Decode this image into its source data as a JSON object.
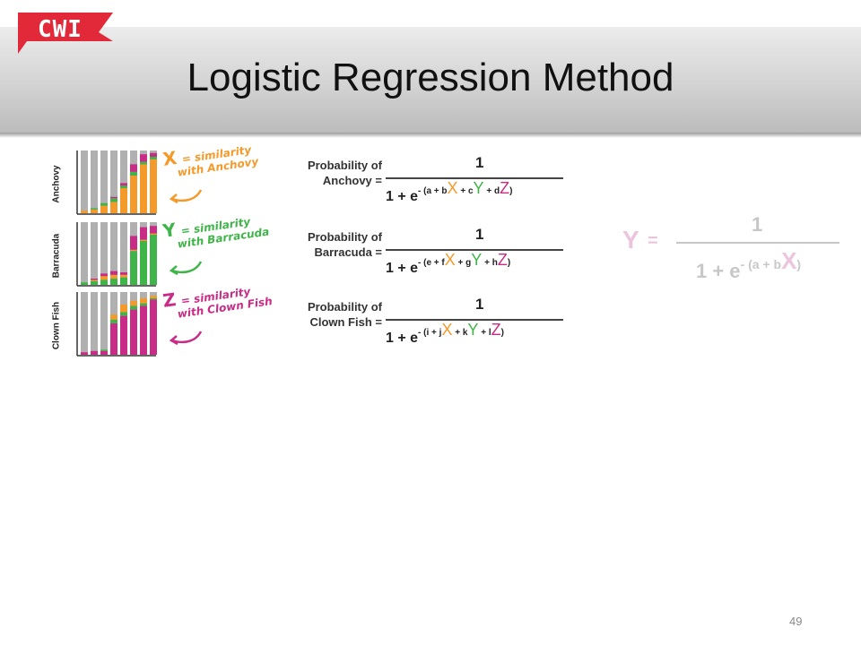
{
  "logo": {
    "text": "CWI",
    "color": "#e2293a"
  },
  "title": "Logistic Regression Method",
  "page_number": "49",
  "colors": {
    "x": "#f39a2b",
    "y": "#3fb549",
    "z": "#c82c87",
    "gray": "#b0b0b0"
  },
  "rows": [
    {
      "label": "Anchovy",
      "sim_var": "X",
      "sim_line1": "= similarity",
      "sim_line2": "with Anchovy",
      "prob_line1": "Probability of",
      "prob_line2": "Anchovy =",
      "numerator": "1",
      "den_base": "1 + e",
      "den_exp": "- (a + b",
      "den_v1": "X",
      "den_mid1": " + c",
      "den_v2": "Y",
      "den_mid2": " + d",
      "den_v3": "Z",
      "den_close": ")",
      "bars": [
        {
          "base": 0.02,
          "main": 0.04,
          "other1": 0.0,
          "other2": 0.0
        },
        {
          "base": 0.02,
          "main": 0.06,
          "other1": 0.02,
          "other2": 0.0
        },
        {
          "base": 0.02,
          "main": 0.12,
          "other1": 0.04,
          "other2": 0.0
        },
        {
          "base": 0.02,
          "main": 0.18,
          "other1": 0.06,
          "other2": 0.02
        },
        {
          "base": 0.02,
          "main": 0.4,
          "other1": 0.04,
          "other2": 0.04
        },
        {
          "base": 0.02,
          "main": 0.6,
          "other1": 0.06,
          "other2": 0.12
        },
        {
          "base": 0.02,
          "main": 0.78,
          "other1": 0.04,
          "other2": 0.12
        },
        {
          "base": 0.02,
          "main": 0.86,
          "other1": 0.04,
          "other2": 0.06
        }
      ]
    },
    {
      "label": "Barracuda",
      "sim_var": "Y",
      "sim_line1": "= similarity",
      "sim_line2": "with Barracuda",
      "prob_line1": "Probability of",
      "prob_line2": "Barracuda =",
      "numerator": "1",
      "den_base": "1 + e",
      "den_exp": "- (e + f",
      "den_v1": "X",
      "den_mid1": " + g",
      "den_v2": "Y",
      "den_mid2": " + h",
      "den_v3": "Z",
      "den_close": ")",
      "bars": [
        {
          "base": 0.02,
          "main": 0.04,
          "other1": 0.0,
          "other2": 0.0
        },
        {
          "base": 0.02,
          "main": 0.06,
          "other1": 0.02,
          "other2": 0.02
        },
        {
          "base": 0.02,
          "main": 0.08,
          "other1": 0.06,
          "other2": 0.04
        },
        {
          "base": 0.02,
          "main": 0.1,
          "other1": 0.06,
          "other2": 0.06
        },
        {
          "base": 0.02,
          "main": 0.12,
          "other1": 0.04,
          "other2": 0.04
        },
        {
          "base": 0.02,
          "main": 0.54,
          "other1": 0.02,
          "other2": 0.22
        },
        {
          "base": 0.02,
          "main": 0.7,
          "other1": 0.02,
          "other2": 0.2
        },
        {
          "base": 0.02,
          "main": 0.8,
          "other1": 0.02,
          "other2": 0.12
        }
      ]
    },
    {
      "label": "Clown Fish",
      "sim_var": "Z",
      "sim_line1": "= similarity",
      "sim_line2": "with Clown Fish",
      "prob_line1": "Probability of",
      "prob_line2": "Clown Fish =",
      "numerator": "1",
      "den_base": "1 + e",
      "den_exp": "- (i + j",
      "den_v1": "X",
      "den_mid1": " + k",
      "den_v2": "Y",
      "den_mid2": " + l",
      "den_v3": "Z",
      "den_close": ")",
      "bars": [
        {
          "base": 0.02,
          "main": 0.04,
          "other1": 0.0,
          "other2": 0.0
        },
        {
          "base": 0.02,
          "main": 0.06,
          "other1": 0.0,
          "other2": 0.0
        },
        {
          "base": 0.02,
          "main": 0.06,
          "other1": 0.02,
          "other2": 0.0
        },
        {
          "base": 0.02,
          "main": 0.5,
          "other1": 0.06,
          "other2": 0.08
        },
        {
          "base": 0.02,
          "main": 0.62,
          "other1": 0.06,
          "other2": 0.12
        },
        {
          "base": 0.02,
          "main": 0.72,
          "other1": 0.06,
          "other2": 0.08
        },
        {
          "base": 0.02,
          "main": 0.78,
          "other1": 0.04,
          "other2": 0.08
        },
        {
          "base": 0.02,
          "main": 0.88,
          "other1": 0.02,
          "other2": 0.04
        }
      ]
    }
  ],
  "faded_formula": {
    "lhs": "Y",
    "eq": "=",
    "numerator": "1",
    "den_base": "1 + e",
    "den_exp": "- (a + b",
    "den_var": "X",
    "den_close": ")"
  }
}
